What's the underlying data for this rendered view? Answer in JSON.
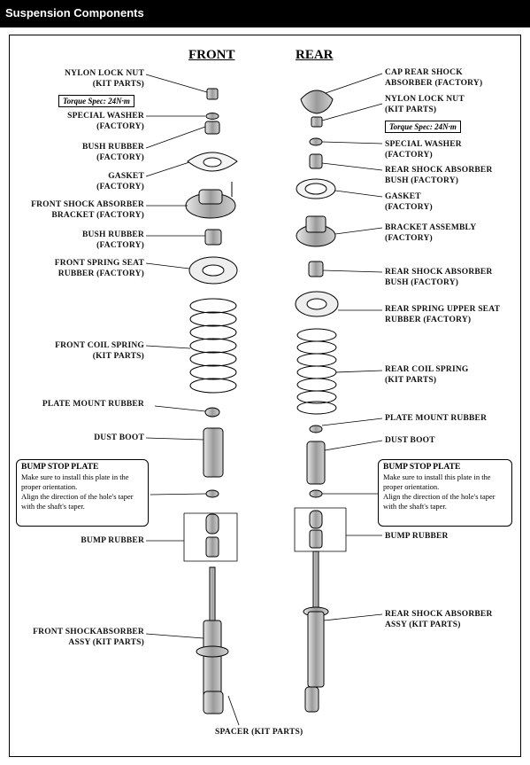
{
  "header": {
    "title": "Suspension Components"
  },
  "front": {
    "heading": "FRONT",
    "torque": "Torque Spec: 24N·m",
    "labels": {
      "nylon_lock_nut": [
        "NYLON LOCK NUT",
        "(KIT PARTS)"
      ],
      "special_washer": [
        "SPECIAL WASHER",
        "(FACTORY)"
      ],
      "bush_rubber_1": [
        "BUSH RUBBER",
        "(FACTORY)"
      ],
      "gasket": [
        "GASKET",
        "(FACTORY)"
      ],
      "bracket": [
        "FRONT SHOCK ABSORBER",
        "BRACKET (FACTORY)"
      ],
      "bush_rubber_2": [
        "BUSH RUBBER",
        "(FACTORY)"
      ],
      "spring_seat": [
        "FRONT SPRING SEAT",
        "RUBBER (FACTORY)"
      ],
      "coil_spring": [
        "FRONT COIL SPRING",
        "(KIT PARTS)"
      ],
      "plate_mount": [
        "PLATE MOUNT RUBBER"
      ],
      "dust_boot": [
        "DUST BOOT"
      ],
      "bump_rubber": [
        "BUMP RUBBER"
      ],
      "shock": [
        "FRONT SHOCKABSORBER",
        "ASSY (KIT PARTS)"
      ]
    },
    "note": {
      "title": "BUMP STOP PLATE",
      "lines": [
        "Make sure to install this plate in the",
        "proper orientation.",
        "Align the direction of the hole's taper",
        "with the shaft's taper."
      ]
    }
  },
  "rear": {
    "heading": "REAR",
    "torque": "Torque Spec: 24N·m",
    "labels": {
      "cap": [
        "CAP  REAR SHOCK",
        "ABSORBER (FACTORY)"
      ],
      "nylon_lock_nut": [
        "NYLON LOCK NUT",
        "(KIT PARTS)"
      ],
      "special_washer": [
        "SPECIAL WASHER",
        "(FACTORY)"
      ],
      "bush": [
        "REAR SHOCK ABSORBER",
        "BUSH (FACTORY)"
      ],
      "gasket": [
        "GASKET",
        "(FACTORY)"
      ],
      "bracket": [
        "BRACKET ASSEMBLY",
        "(FACTORY)"
      ],
      "bush_2": [
        "REAR SHOCK ABSORBER",
        "BUSH (FACTORY)"
      ],
      "spring_seat": [
        "REAR SPRING UPPER SEAT",
        "RUBBER (FACTORY)"
      ],
      "coil_spring": [
        "REAR COIL SPRING",
        "(KIT PARTS)"
      ],
      "plate_mount": [
        "PLATE MOUNT RUBBER"
      ],
      "dust_boot": [
        "DUST BOOT"
      ],
      "bump_rubber": [
        "BUMP RUBBER"
      ],
      "shock": [
        "REAR SHOCK ABSORBER",
        "ASSY (KIT PARTS)"
      ]
    },
    "note": {
      "title": "BUMP STOP PLATE",
      "lines": [
        "Make sure to install this plate in the",
        "proper orientation.",
        "Align the direction of the hole's taper",
        "with the shaft's taper."
      ]
    }
  },
  "spacer": [
    "SPACER (KIT PARTS)"
  ]
}
